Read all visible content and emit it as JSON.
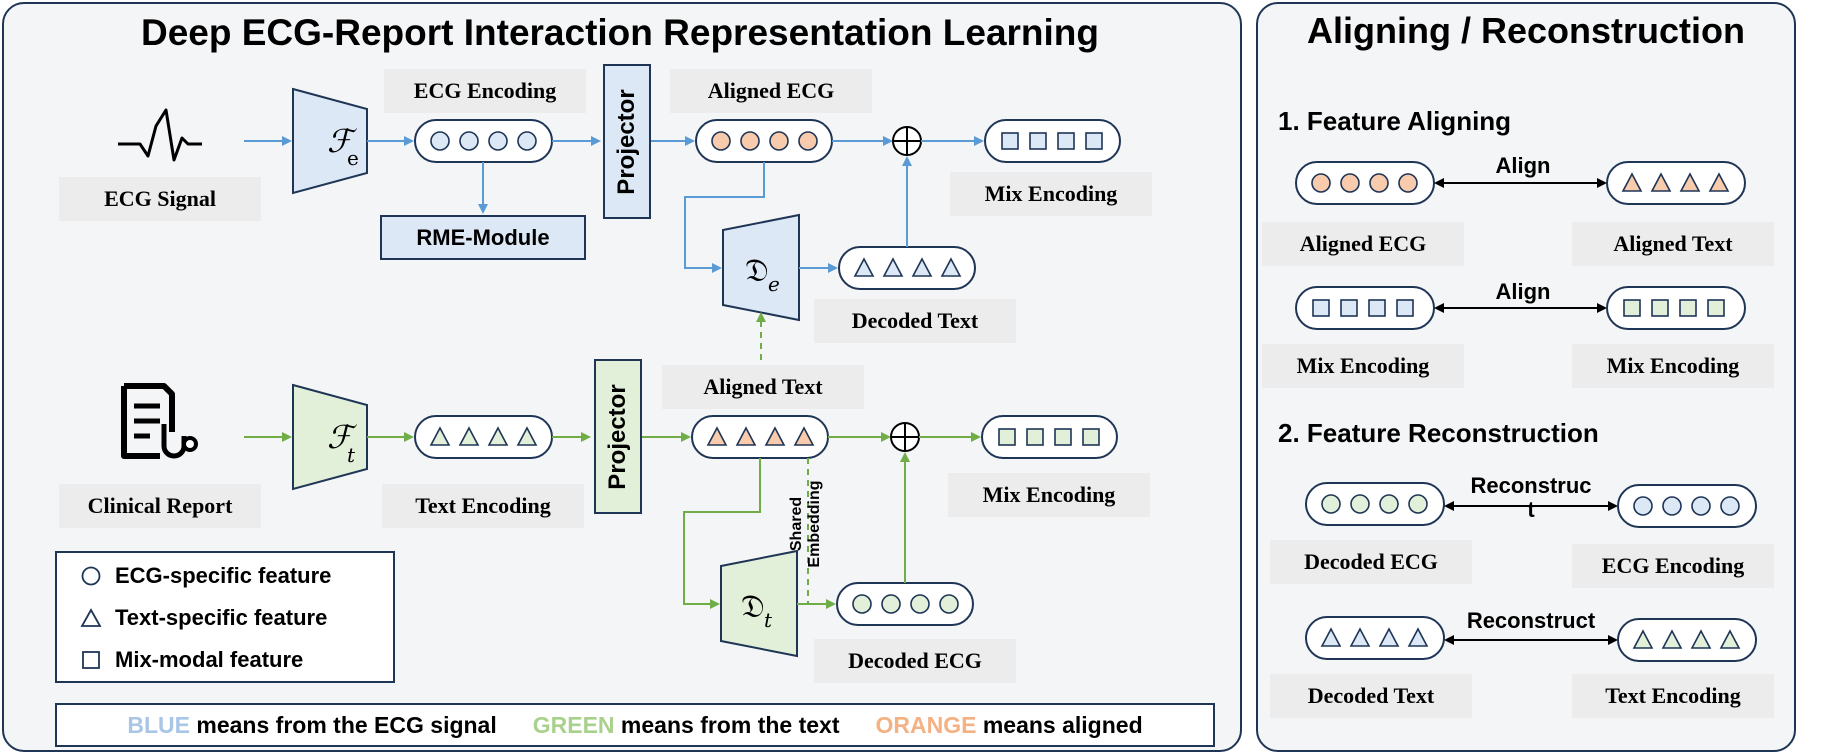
{
  "left_panel": {
    "title": "Deep ECG-Report Interaction Representation Learning",
    "labels": {
      "ecg_signal": "ECG Signal",
      "ecg_encoding": "ECG Encoding",
      "aligned_ecg": "Aligned ECG",
      "mix_encoding_top": "Mix Encoding",
      "rme_module": "RME-Module",
      "decoded_text": "Decoded Text",
      "clinical_report": "Clinical Report",
      "text_encoding": "Text Encoding",
      "aligned_text": "Aligned Text",
      "mix_encoding_bottom": "Mix Encoding",
      "decoded_ecg": "Decoded ECG",
      "projector": "Projector",
      "shared_embedding_line1": "Shared",
      "shared_embedding_line2": "Embedding"
    },
    "modules": {
      "fe_symbol": "ℱ",
      "fe_sub": "e",
      "ft_symbol": "ℱ",
      "ft_sub": "t",
      "de_symbol": "𝔇",
      "de_sub": "e",
      "dt_symbol": "𝔇",
      "dt_sub": "t"
    },
    "legend": [
      {
        "icon": "circle-icon",
        "text": "ECG-specific feature"
      },
      {
        "icon": "triangle-icon",
        "text": "Text-specific feature"
      },
      {
        "icon": "square-icon",
        "text": "Mix-modal feature"
      }
    ],
    "color_note": {
      "blue_word": "BLUE",
      "blue_rest": " means from the ECG signal",
      "green_word": "GREEN",
      "green_rest": " means from the text",
      "orange_word": "ORANGE",
      "orange_rest": " means aligned"
    }
  },
  "right_panel": {
    "title": "Aligning / Reconstruction",
    "section1": "1. Feature Aligning",
    "section2": "2. Feature Reconstruction",
    "align_label": "Align",
    "reconstruct_wrapped_1": "Reconstruc",
    "reconstruct_wrapped_2": "t",
    "reconstruct_label": "Reconstruct",
    "labels": {
      "aligned_ecg": "Aligned ECG",
      "aligned_text": "Aligned Text",
      "mix_left": "Mix Encoding",
      "mix_right": "Mix Encoding",
      "decoded_ecg": "Decoded ECG",
      "ecg_encoding": "ECG Encoding",
      "decoded_text": "Decoded Text",
      "text_encoding": "Text Encoding"
    }
  },
  "colors": {
    "blue": "#5b9bd5",
    "green": "#70ad47",
    "orange": "#f4b183",
    "orange_fill": "#f8cbad",
    "blue_fill": "#dce8f5",
    "green_fill": "#e2efd9",
    "navy": "#1e3556"
  }
}
